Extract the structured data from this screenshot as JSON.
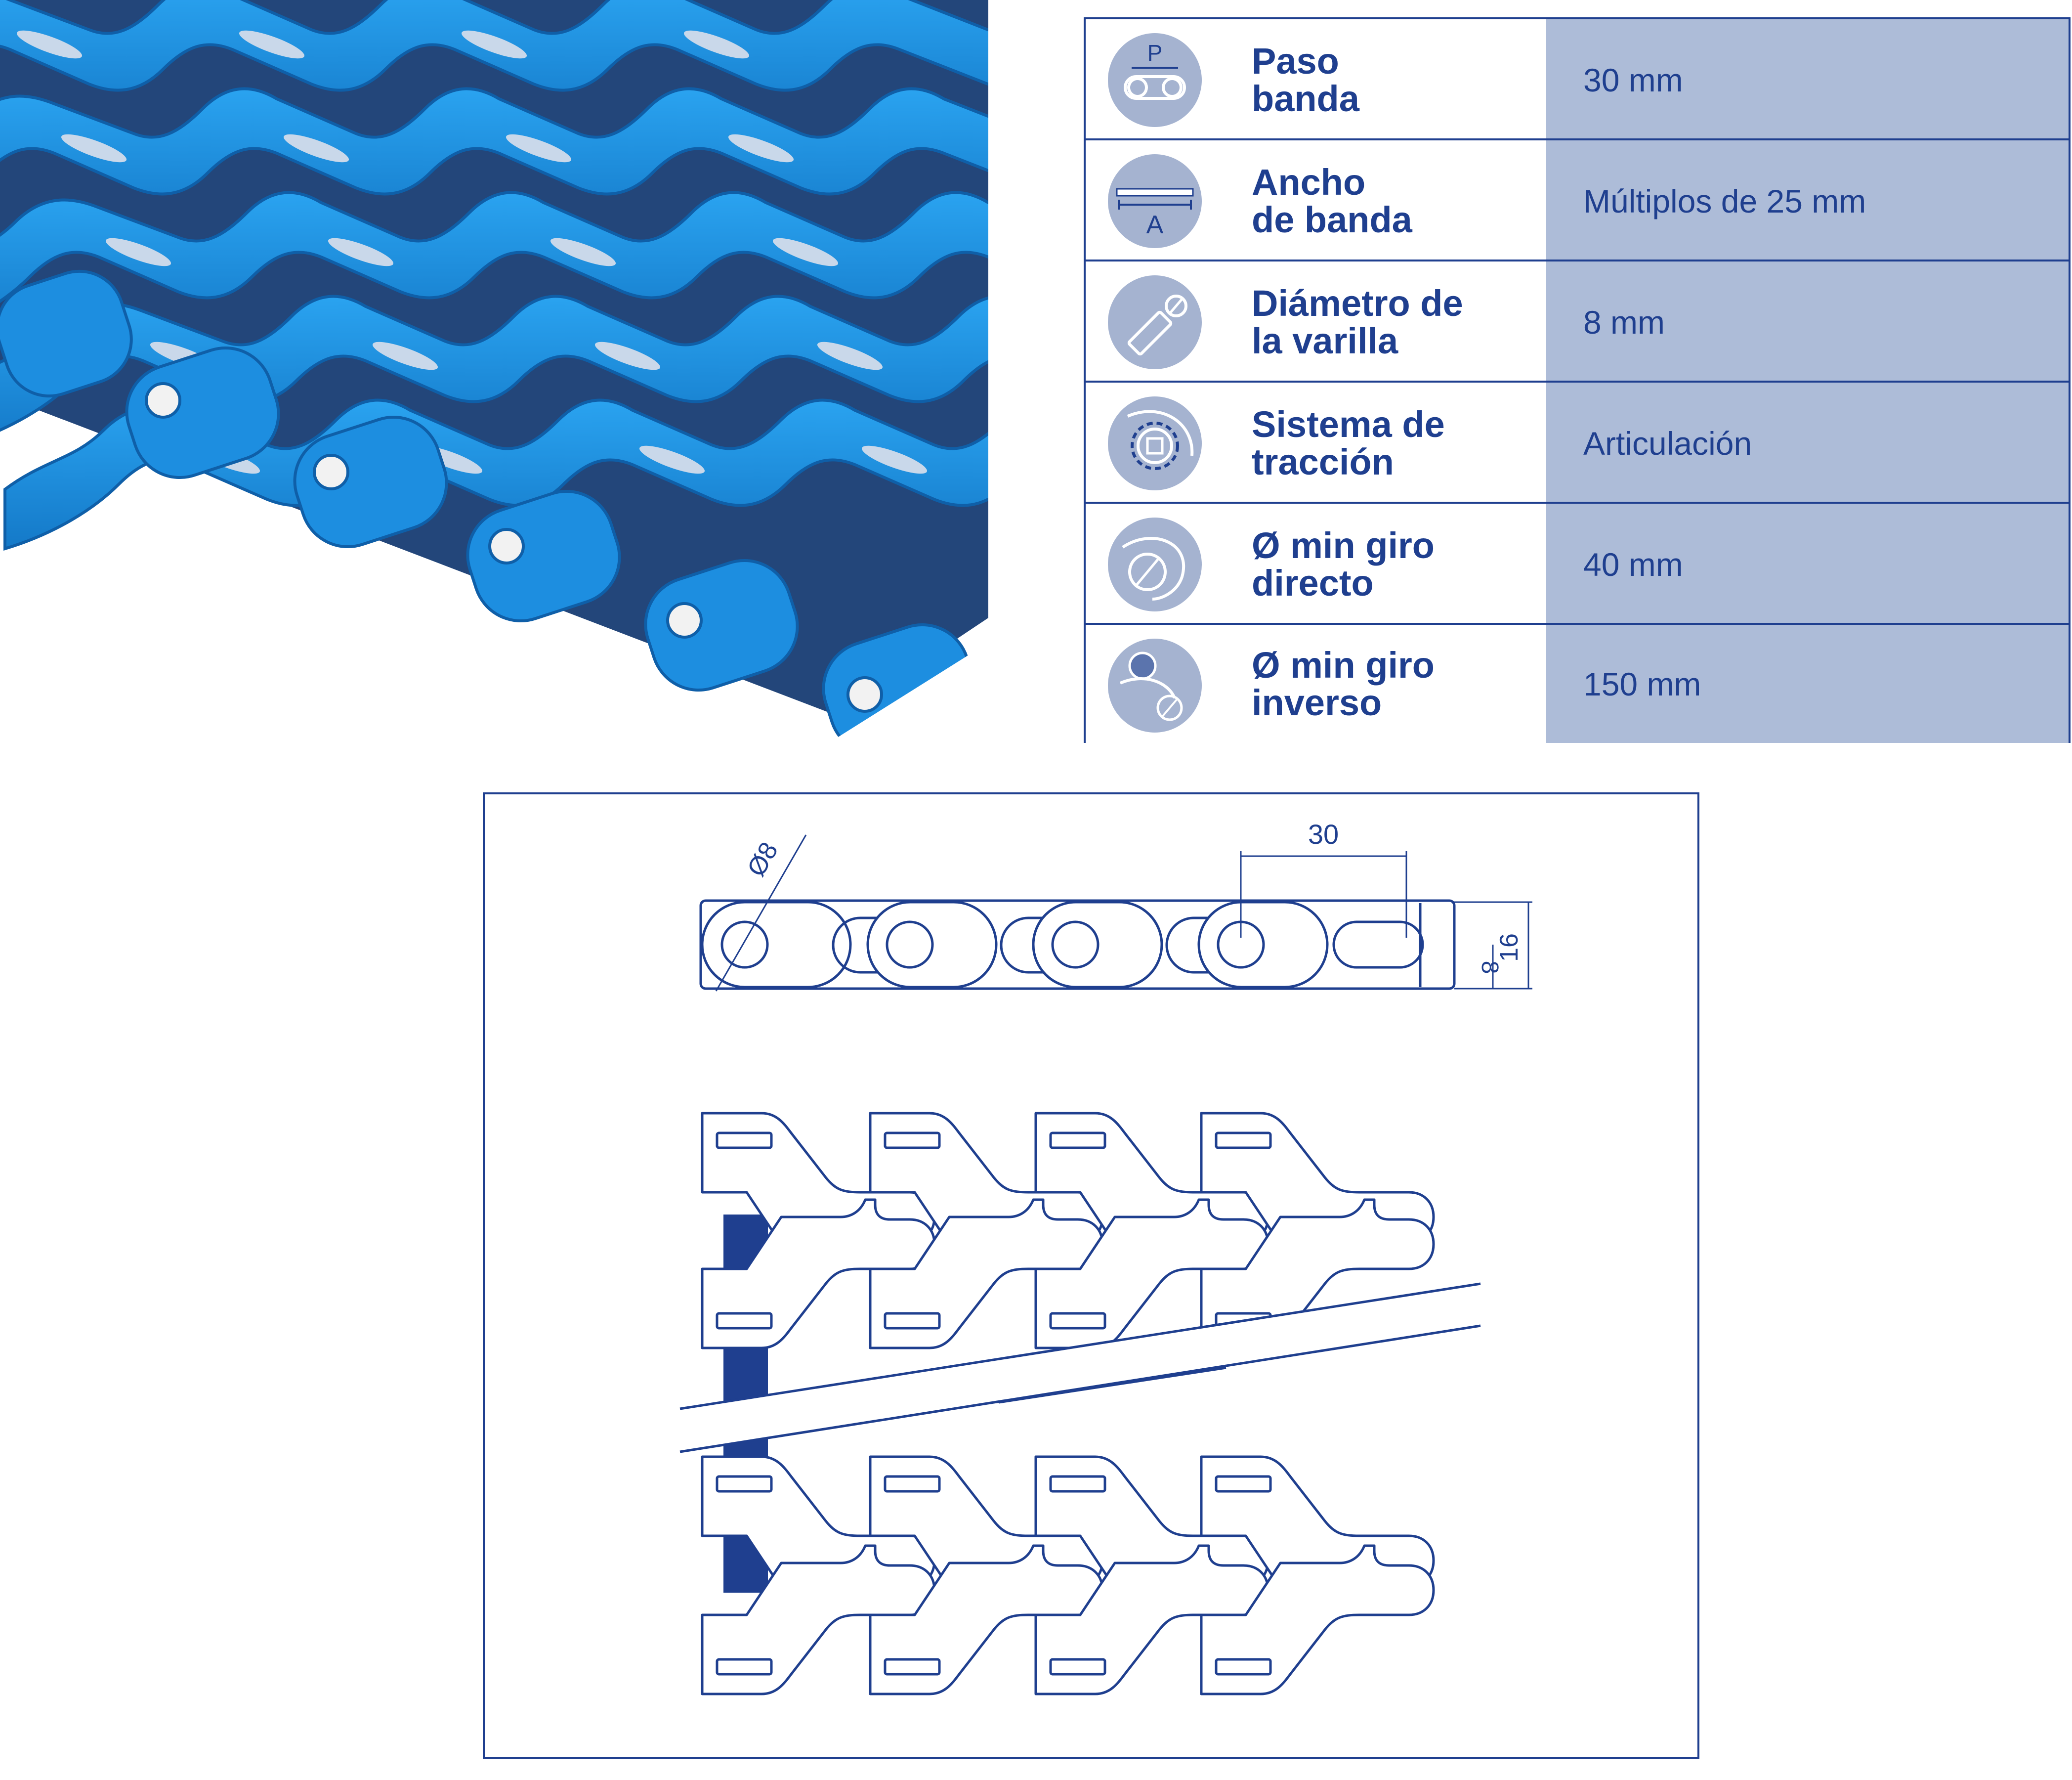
{
  "product_photo": {
    "subject": "blue modular plastic conveyor belt with hinge links and rods"
  },
  "specs": [
    {
      "icon": "pitch-icon",
      "label_line1": "Paso",
      "label_line2": "banda",
      "value": "30 mm",
      "icon_text": "P"
    },
    {
      "icon": "belt-width-icon",
      "label_line1": "Ancho",
      "label_line2": "de banda",
      "value": "Múltiplos de 25 mm",
      "icon_text": "A"
    },
    {
      "icon": "rod-diameter-icon",
      "label_line1": "Diámetro de",
      "label_line2": "la varilla",
      "value": "8 mm",
      "icon_text": ""
    },
    {
      "icon": "drive-system-icon",
      "label_line1": "Sistema de",
      "label_line2": "tracción",
      "value": "Articulación",
      "icon_text": ""
    },
    {
      "icon": "min-direct-bend-icon",
      "label_line1": "Ø min giro",
      "label_line2": "directo",
      "value": "40 mm",
      "icon_text": ""
    },
    {
      "icon": "min-reverse-bend-icon",
      "label_line1": "Ø min giro",
      "label_line2": "inverso",
      "value": "150 mm",
      "icon_text": ""
    }
  ],
  "drawing": {
    "dim_rod_diameter": "Ø8",
    "dim_pitch": "30",
    "dim_thickness": "16",
    "dim_half_thickness": "8"
  },
  "colors": {
    "brand_blue": "#1f3f8f",
    "value_cell_bg": "#adbcd8",
    "icon_bg": "#a5b3d0",
    "belt_blue": "#1e8fe0"
  }
}
